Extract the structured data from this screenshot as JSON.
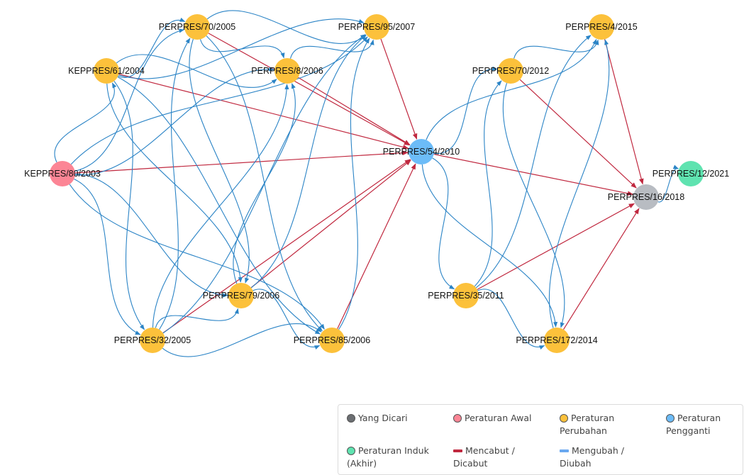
{
  "colors": {
    "yang_dicari": "#6b6e72",
    "peraturan_awal": "#fc8595",
    "peraturan_perubahan": "#fcc13b",
    "peraturan_pengganti": "#6cbcf8",
    "peraturan_induk": "#5fe3b0",
    "searched_node": "#b8bcc2",
    "mencabut": "#c0283f",
    "mengubah": "#2b84c6",
    "legend_mengubah": "#6aa8f0"
  },
  "nodes": [
    {
      "id": "k80_2003",
      "label": "KEPPRES/80/2003",
      "type": "awal"
    },
    {
      "id": "k61_2004",
      "label": "KEPPRES/61/2004",
      "type": "perubahan"
    },
    {
      "id": "p70_2005",
      "label": "PERPRES/70/2005",
      "type": "perubahan"
    },
    {
      "id": "p32_2005",
      "label": "PERPRES/32/2005",
      "type": "perubahan"
    },
    {
      "id": "p8_2006",
      "label": "PERPRES/8/2006",
      "type": "perubahan"
    },
    {
      "id": "p79_2006",
      "label": "PERPRES/79/2006",
      "type": "perubahan"
    },
    {
      "id": "p85_2006",
      "label": "PERPRES/85/2006",
      "type": "perubahan"
    },
    {
      "id": "p95_2007",
      "label": "PERPRES/95/2007",
      "type": "perubahan"
    },
    {
      "id": "p54_2010",
      "label": "PERPRES/54/2010",
      "type": "pengganti"
    },
    {
      "id": "p35_2011",
      "label": "PERPRES/35/2011",
      "type": "perubahan"
    },
    {
      "id": "p70_2012",
      "label": "PERPRES/70/2012",
      "type": "perubahan"
    },
    {
      "id": "p172_2014",
      "label": "PERPRES/172/2014",
      "type": "perubahan"
    },
    {
      "id": "p4_2015",
      "label": "PERPRES/4/2015",
      "type": "perubahan"
    },
    {
      "id": "p16_2018",
      "label": "PERPRES/16/2018",
      "type": "dicari"
    },
    {
      "id": "p12_2021",
      "label": "PERPRES/12/2021",
      "type": "induk"
    }
  ],
  "edges_mencabut": [
    [
      "k61_2004",
      "p54_2010"
    ],
    [
      "k80_2003",
      "p54_2010"
    ],
    [
      "p70_2005",
      "p54_2010"
    ],
    [
      "p8_2006",
      "p54_2010"
    ],
    [
      "p95_2007",
      "p54_2010"
    ],
    [
      "p32_2005",
      "p54_2010"
    ],
    [
      "p79_2006",
      "p54_2010"
    ],
    [
      "p85_2006",
      "p54_2010"
    ],
    [
      "p54_2010",
      "p16_2018"
    ],
    [
      "p70_2012",
      "p16_2018"
    ],
    [
      "p4_2015",
      "p16_2018"
    ],
    [
      "p35_2011",
      "p16_2018"
    ],
    [
      "p172_2014",
      "p16_2018"
    ]
  ],
  "edges_mengubah": [
    [
      "k80_2003",
      "k61_2004"
    ],
    [
      "k80_2003",
      "p70_2005"
    ],
    [
      "k80_2003",
      "p32_2005"
    ],
    [
      "k80_2003",
      "p8_2006"
    ],
    [
      "k80_2003",
      "p79_2006"
    ],
    [
      "k80_2003",
      "p85_2006"
    ],
    [
      "k80_2003",
      "p95_2007"
    ],
    [
      "k61_2004",
      "p70_2005"
    ],
    [
      "k61_2004",
      "p8_2006"
    ],
    [
      "k61_2004",
      "p95_2007"
    ],
    [
      "k61_2004",
      "p32_2005"
    ],
    [
      "k61_2004",
      "p79_2006"
    ],
    [
      "k61_2004",
      "p85_2006"
    ],
    [
      "p70_2005",
      "p8_2006"
    ],
    [
      "p70_2005",
      "p95_2007"
    ],
    [
      "p70_2005",
      "p79_2006"
    ],
    [
      "p70_2005",
      "p85_2006"
    ],
    [
      "p32_2005",
      "p70_2005"
    ],
    [
      "p32_2005",
      "p8_2006"
    ],
    [
      "p32_2005",
      "p95_2007"
    ],
    [
      "p32_2005",
      "p79_2006"
    ],
    [
      "p32_2005",
      "p85_2006"
    ],
    [
      "p79_2006",
      "p8_2006"
    ],
    [
      "p79_2006",
      "p95_2007"
    ],
    [
      "p79_2006",
      "p85_2006"
    ],
    [
      "p85_2006",
      "p95_2007"
    ],
    [
      "p8_2006",
      "p95_2007"
    ],
    [
      "p54_2010",
      "p70_2012"
    ],
    [
      "p54_2010",
      "p35_2011"
    ],
    [
      "p54_2010",
      "p172_2014"
    ],
    [
      "p54_2010",
      "p4_2015"
    ],
    [
      "p35_2011",
      "p70_2012"
    ],
    [
      "p35_2011",
      "p172_2014"
    ],
    [
      "p35_2011",
      "p4_2015"
    ],
    [
      "p70_2012",
      "p4_2015"
    ],
    [
      "p70_2012",
      "p172_2014"
    ],
    [
      "p172_2014",
      "p4_2015"
    ],
    [
      "p16_2018",
      "p12_2021"
    ]
  ],
  "legend": {
    "yang_dicari": "Yang Dicari",
    "peraturan_awal": "Peraturan Awal",
    "peraturan_perubahan_1": "Peraturan",
    "peraturan_perubahan_2": "Perubahan",
    "peraturan_pengganti_1": "Peraturan",
    "peraturan_pengganti_2": "Pengganti",
    "peraturan_induk_1": "Peraturan Induk",
    "peraturan_induk_2": "(Akhir)",
    "mencabut_1": "Mencabut /",
    "mencabut_2": "Dicabut",
    "mengubah_1": "Mengubah /",
    "mengubah_2": "Diubah"
  }
}
